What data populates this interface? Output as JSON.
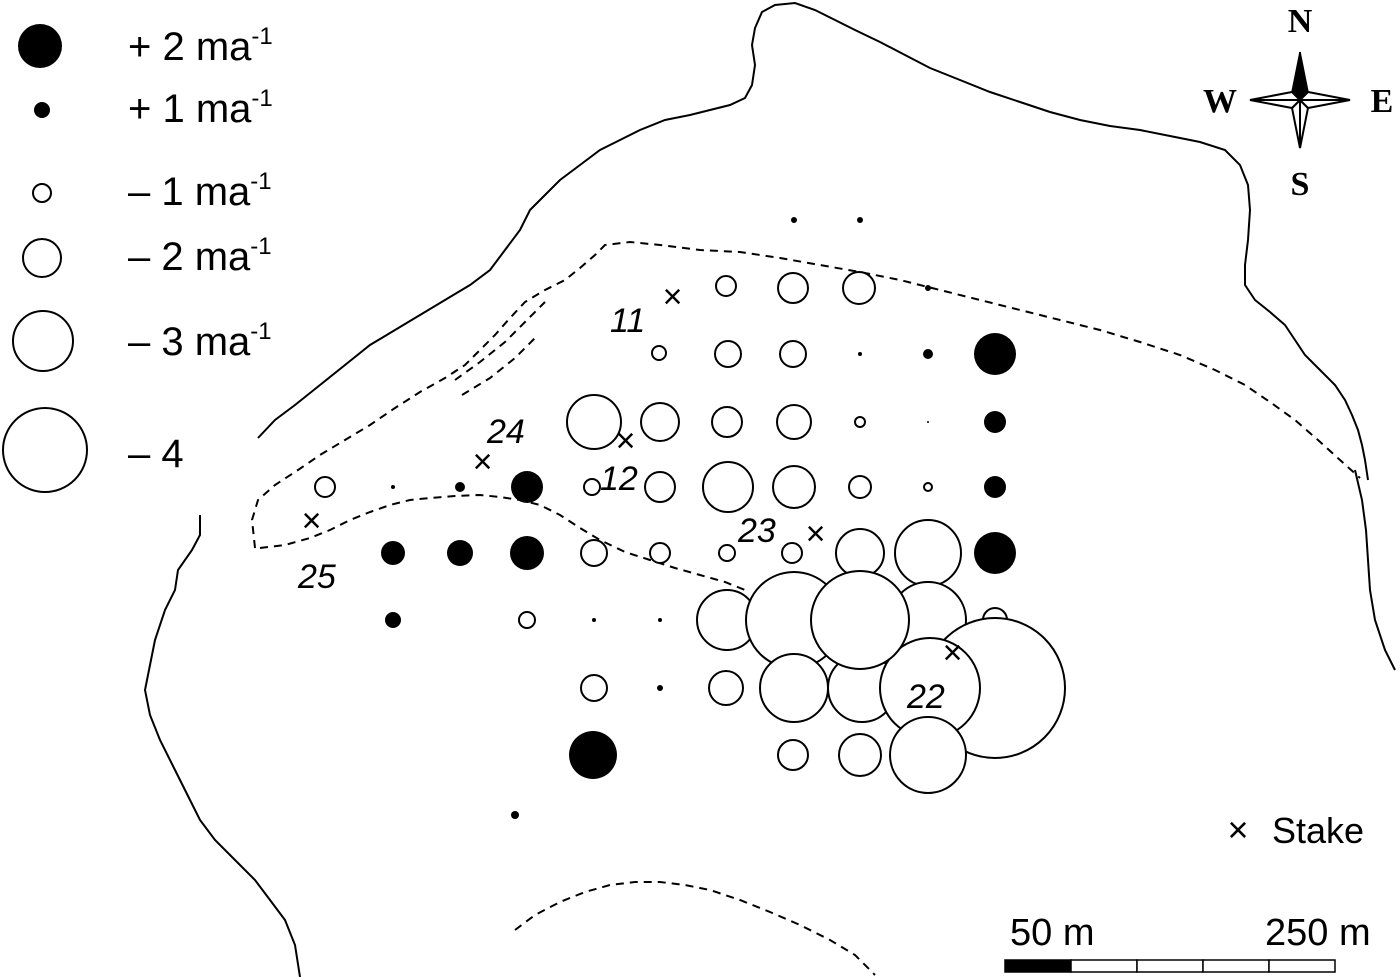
{
  "legend": {
    "items": [
      {
        "symbol": "filled",
        "value": 2,
        "label": "+ 2 ma",
        "sup": "-1"
      },
      {
        "symbol": "filled",
        "value": 1,
        "label": "+ 1 ma",
        "sup": "-1"
      },
      {
        "symbol": "open",
        "value": -1,
        "label": "– 1 ma",
        "sup": "-1"
      },
      {
        "symbol": "open",
        "value": -2,
        "label": "– 2 ma",
        "sup": "-1"
      },
      {
        "symbol": "open",
        "value": -3,
        "label": "– 3 ma",
        "sup": "-1"
      },
      {
        "symbol": "open",
        "value": -4,
        "label": "– 4",
        "sup": ""
      }
    ]
  },
  "compass": {
    "n": "N",
    "s": "S",
    "e": "E",
    "w": "W"
  },
  "stake_legend": {
    "marker": "×",
    "label": "Stake"
  },
  "stakes": [
    "11",
    "24",
    "12",
    "23",
    "25",
    "22"
  ],
  "scale_bar": {
    "left_label": "50 m",
    "right_label": "250 m"
  },
  "colors": {
    "ink": "#000000",
    "paper": "#ffffff"
  }
}
